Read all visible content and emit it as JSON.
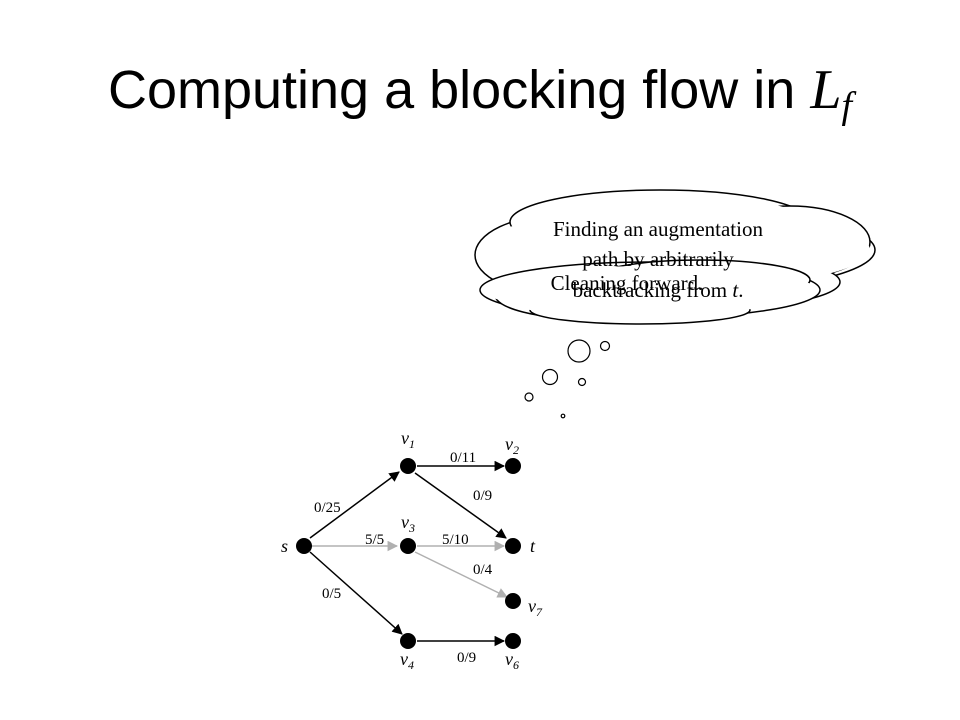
{
  "slide": {
    "title_text": "Computing a blocking flow in ",
    "title_var": "L",
    "title_sub": "f"
  },
  "bubbles": {
    "back_text_line1": "Finding an augmentation",
    "back_text_line2": "path by arbitrarily",
    "back_text_line3": "backtracking from ",
    "back_text_var": "t",
    "back_text_end": ".",
    "front_text": "Cleaning forward."
  },
  "graph": {
    "nodes": [
      {
        "id": "s",
        "label": "s"
      },
      {
        "id": "v1",
        "label": "v",
        "sub": "1"
      },
      {
        "id": "v2",
        "label": "v",
        "sub": "2"
      },
      {
        "id": "v3",
        "label": "v",
        "sub": "3"
      },
      {
        "id": "t",
        "label": "t"
      },
      {
        "id": "v4",
        "label": "v",
        "sub": "4"
      },
      {
        "id": "v6",
        "label": "v",
        "sub": "6"
      },
      {
        "id": "v7",
        "label": "v",
        "sub": "7"
      }
    ],
    "edges": [
      {
        "from": "s",
        "to": "v1",
        "label": "0/25",
        "color": "#000000"
      },
      {
        "from": "s",
        "to": "v3",
        "label": "5/5",
        "color": "#b0b0b0"
      },
      {
        "from": "s",
        "to": "v4",
        "label": "0/5",
        "color": "#000000"
      },
      {
        "from": "v1",
        "to": "v2",
        "label": "0/11",
        "color": "#000000"
      },
      {
        "from": "v1",
        "to": "t",
        "label": "0/9",
        "color": "#000000"
      },
      {
        "from": "v3",
        "to": "t",
        "label": "5/10",
        "color": "#b0b0b0"
      },
      {
        "from": "v3",
        "to": "v7",
        "label": "0/4",
        "color": "#b0b0b0"
      },
      {
        "from": "v4",
        "to": "v6",
        "label": "0/9",
        "color": "#000000"
      }
    ]
  }
}
